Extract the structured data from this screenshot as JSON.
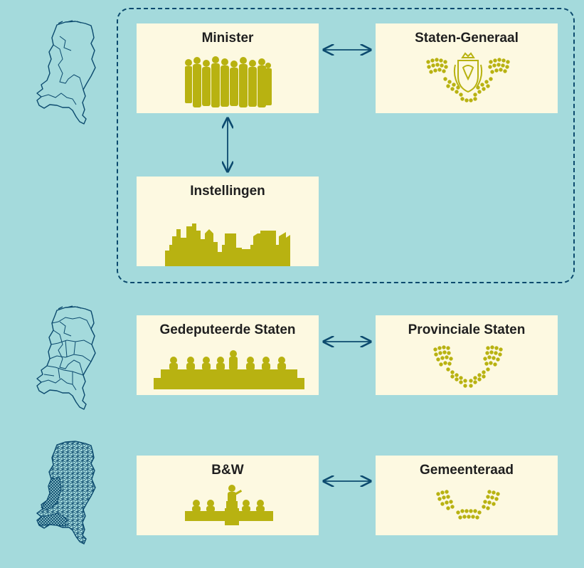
{
  "national": {
    "minister": "Minister",
    "staten_generaal": "Staten-Generaal",
    "instellingen": "Instellingen"
  },
  "provincial": {
    "gedeputeerde_staten": "Gedeputeerde Staten",
    "provinciale_staten": "Provinciale Staten"
  },
  "municipal": {
    "bw": "B&W",
    "gemeenteraad": "Gemeenteraad"
  },
  "colors": {
    "background": "#a4dadc",
    "box": "#fdf9e1",
    "figure": "#b8b211",
    "arrow": "#0c4a6e",
    "map": "#0c4a6e"
  },
  "icons": {
    "map_national": "netherlands-outline-map",
    "map_provinces": "netherlands-provinces-map",
    "map_municipalities": "netherlands-municipalities-map",
    "minister": "people-silhouettes",
    "staten_generaal": "parliament-seats-with-crest",
    "instellingen": "city-skyline",
    "gedeputeerde_staten": "people-at-table",
    "provinciale_staten": "parliament-seats",
    "bw": "speaker-at-table",
    "gemeenteraad": "council-seats"
  }
}
